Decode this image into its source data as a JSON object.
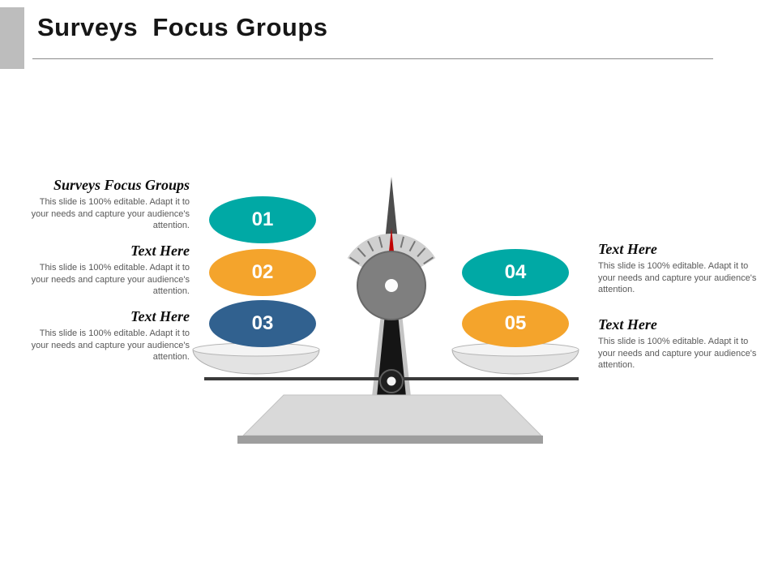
{
  "slide": {
    "title": "Surveys  Focus Groups"
  },
  "left_column": {
    "blocks": [
      {
        "heading": "Surveys Focus Groups",
        "body": "This slide is 100% editable. Adapt it to your needs and capture your audience's attention."
      },
      {
        "heading": "Text Here",
        "body": "This slide is 100% editable. Adapt it to your needs and capture your audience's attention."
      },
      {
        "heading": "Text Here",
        "body": "This slide is 100% editable. Adapt it to your needs and capture your audience's attention."
      }
    ]
  },
  "right_column": {
    "blocks": [
      {
        "heading": "Text Here",
        "body": "This slide is 100% editable. Adapt it to your needs and capture your audience's attention."
      },
      {
        "heading": "Text Here",
        "body": "This slide is 100% editable. Adapt it to your needs and capture your audience's attention."
      }
    ]
  },
  "badges": [
    {
      "label": "01",
      "color": "#00A9A5"
    },
    {
      "label": "02",
      "color": "#F4A42C"
    },
    {
      "label": "03",
      "color": "#31618F"
    },
    {
      "label": "04",
      "color": "#00A9A5"
    },
    {
      "label": "05",
      "color": "#F4A42C"
    }
  ],
  "colors": {
    "teal": "#00A9A5",
    "orange": "#F4A42C",
    "blue": "#31618F",
    "body_text_gray": "#595959",
    "corner_tab_gray": "#BDBDBD",
    "needle_red": "#C00000"
  }
}
